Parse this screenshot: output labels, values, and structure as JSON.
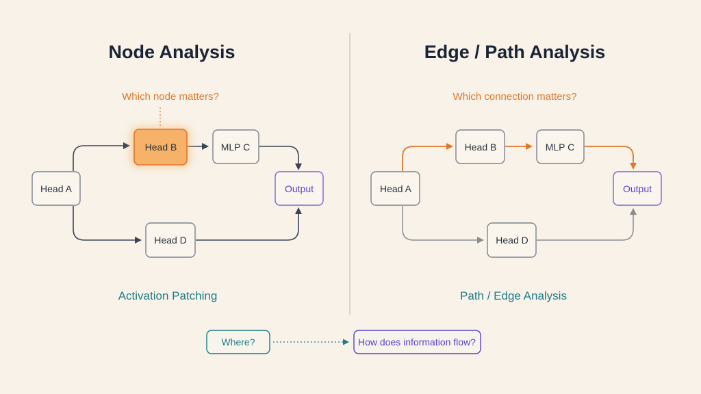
{
  "panels": {
    "left": {
      "title": "Node Analysis",
      "question": "Which node matters?",
      "caption": "Activation Patching",
      "nodes": {
        "head_a": "Head A",
        "head_b": "Head B",
        "mlp_c": "MLP C",
        "head_d": "Head D",
        "output": "Output"
      }
    },
    "right": {
      "title": "Edge / Path Analysis",
      "question": "Which connection matters?",
      "caption": "Path / Edge Analysis",
      "nodes": {
        "head_a": "Head A",
        "head_b": "Head B",
        "mlp_c": "MLP C",
        "head_d": "Head D",
        "output": "Output"
      }
    }
  },
  "bottom": {
    "where": "Where?",
    "flow": "How does information flow?"
  },
  "colors": {
    "background": "#f8f2e8",
    "highlight_orange": "#e0772b",
    "node_fill_highlight": "#f6b268",
    "teal": "#1a7d8a",
    "purple": "#5b3fd0",
    "dark_edge": "#3b4456",
    "grey_edge": "#8a8d93"
  }
}
